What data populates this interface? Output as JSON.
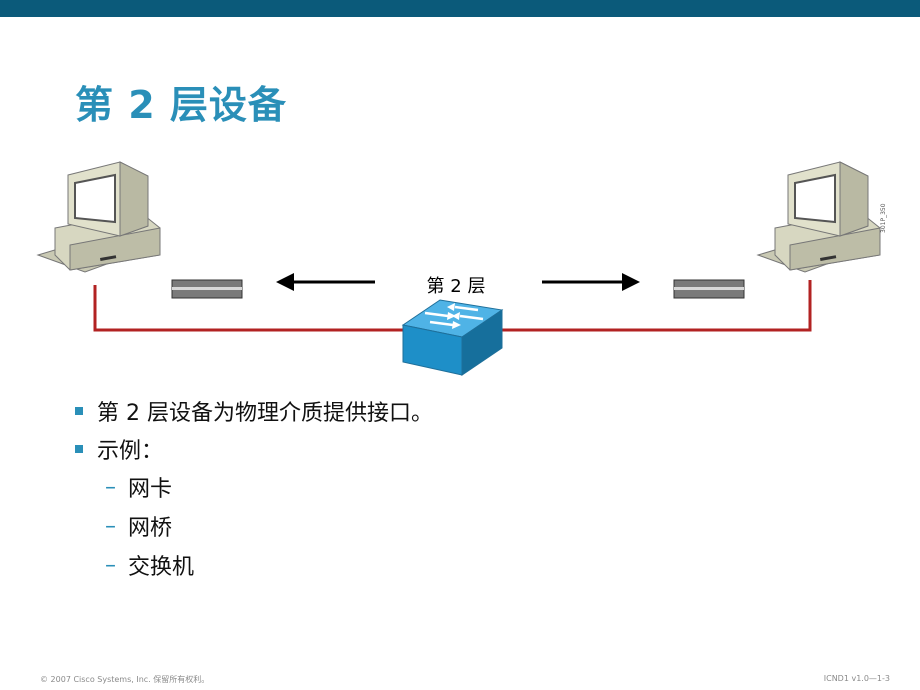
{
  "slide": {
    "title": "第 2 层设备",
    "diagram_label": "第 2 层",
    "figure_id": "301P_350",
    "bullets": [
      {
        "text": "第 2 层设备为物理介质提供接口。"
      },
      {
        "text": "示例："
      }
    ],
    "sub_bullets": [
      {
        "text": "网卡"
      },
      {
        "text": "网桥"
      },
      {
        "text": "交换机"
      }
    ],
    "footer_left": "© 2007 Cisco Systems, Inc. 保留所有权利。",
    "footer_right": "ICND1 v1.0—1-3"
  },
  "colors": {
    "top_bar": "#0b5a7a",
    "title": "#2a8fb8",
    "cable": "#b22222",
    "switch": "#1e8fc8"
  },
  "icons": [
    "computer-icon",
    "switch-icon",
    "arrow-left-icon",
    "arrow-right-icon",
    "frame-icon"
  ]
}
